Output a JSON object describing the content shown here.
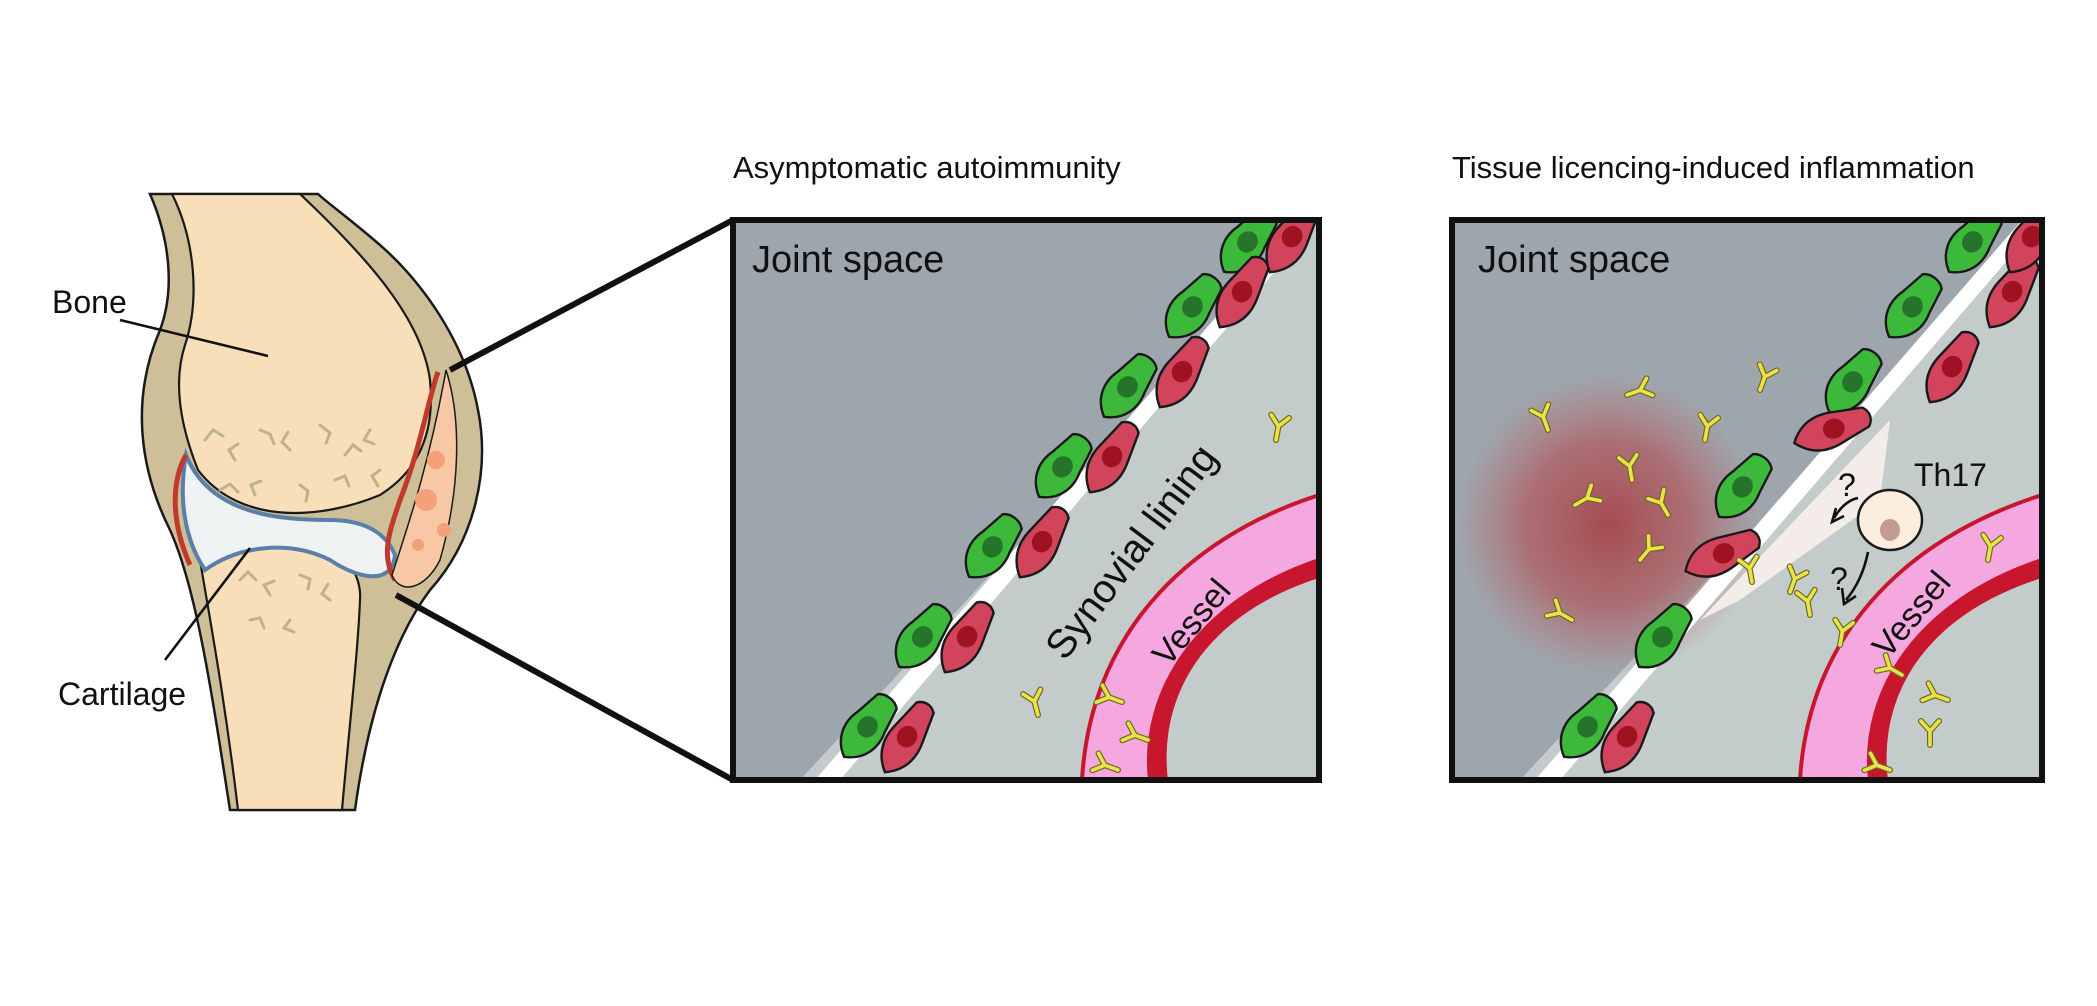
{
  "anatomy": {
    "bone_label": "Bone",
    "cartilage_label": "Cartilage"
  },
  "panels": [
    {
      "title": "Asymptomatic autoimmunity",
      "joint_space_label": "Joint space",
      "synovial_label": "Synovial lining",
      "vessel_label": "Vessel"
    },
    {
      "title": "Tissue licencing-induced inflammation",
      "joint_space_label": "Joint space",
      "vessel_label": "Vessel",
      "cell_label": "Th17",
      "question_marks": [
        "?",
        "?"
      ]
    }
  ],
  "colors": {
    "joint_space": "#9ea6ad",
    "tissue": "#c3cccb",
    "bone": "#f8dfb9",
    "bone_outline": "#c9b891",
    "cartilage_blue": "#5a7fa8",
    "cartilage_red": "#c0392b",
    "cell_green": "#3cb83a",
    "cell_red": "#d1445c",
    "vessel_pink": "#f5a8df",
    "vessel_red": "#c7162e",
    "antibody": "#e9e04a",
    "inflammation": "#b3585a"
  }
}
